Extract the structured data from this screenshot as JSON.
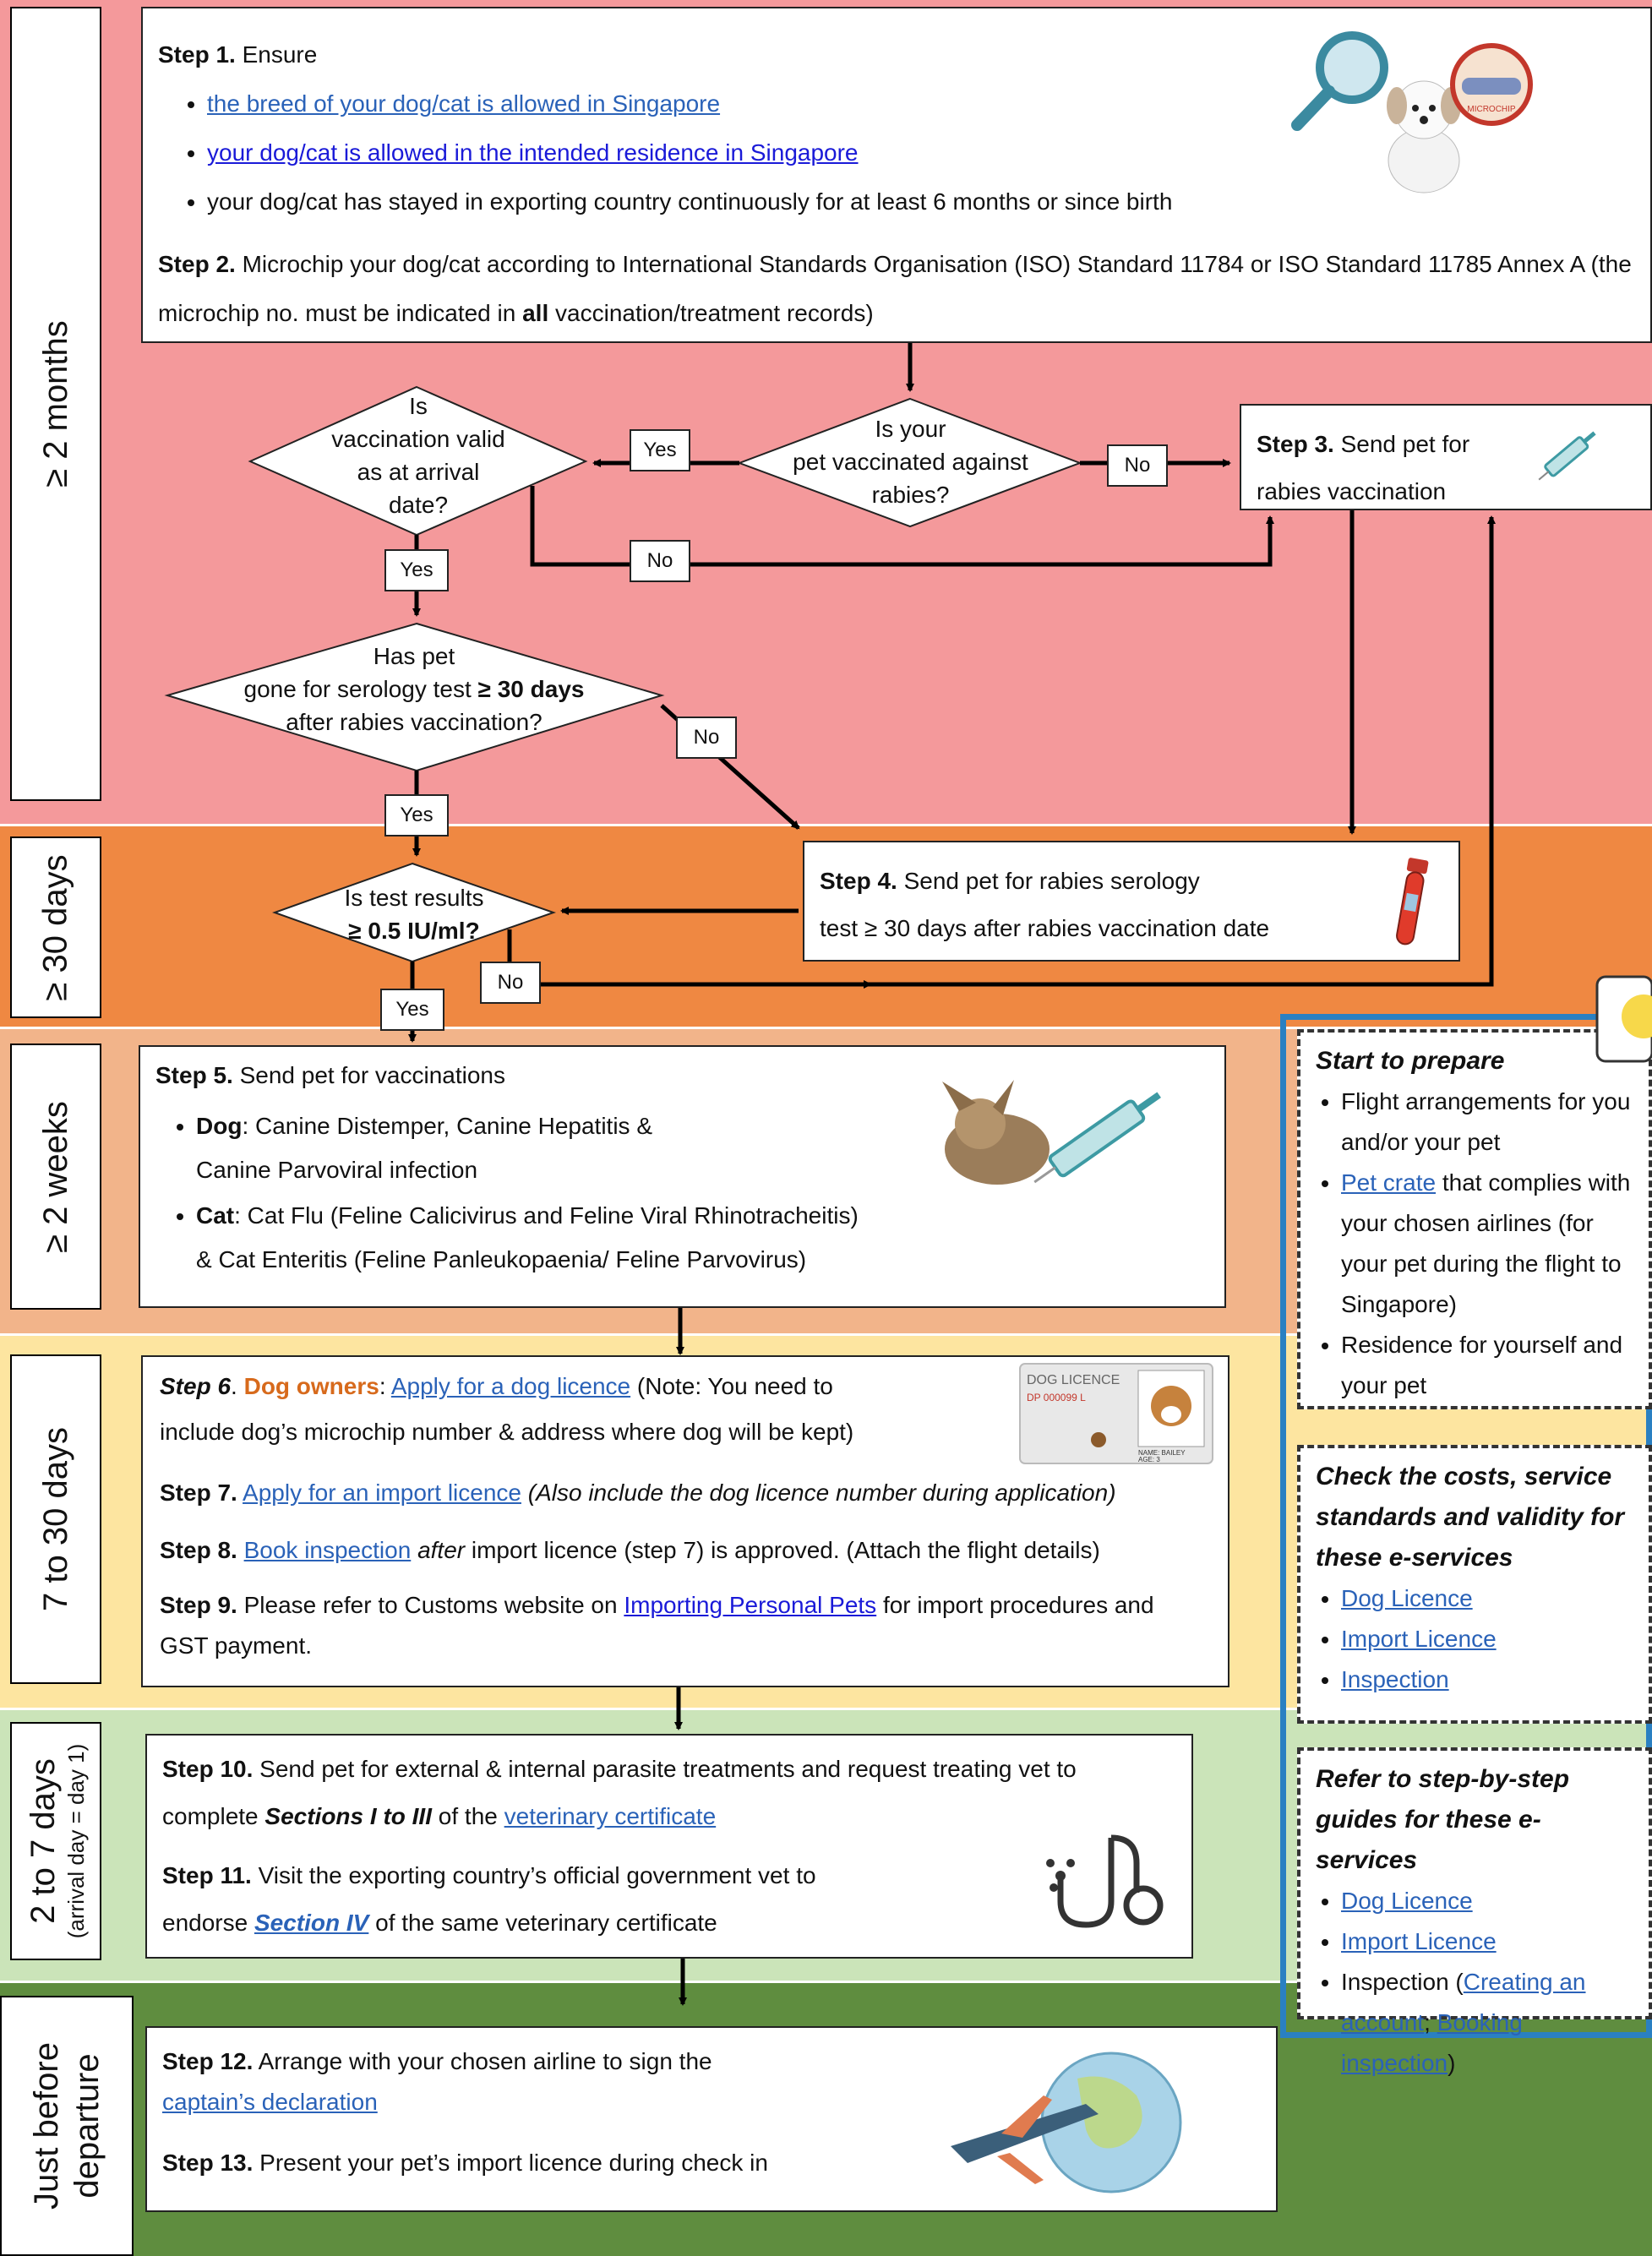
{
  "phases": {
    "p1": "≥ 2 months",
    "p2": "≥ 30 days",
    "p3": "≥ 2 weeks",
    "p4": "7 to 30 days",
    "p5": "2 to 7 days",
    "p5_sub": "(arrival day = day 1)",
    "p6_line1": "Just before",
    "p6_line2": "departure"
  },
  "step1": {
    "label": "Step 1.",
    "text": "Ensure",
    "b1": "the breed of your dog/cat is allowed in Singapore",
    "b2": "your dog/cat is allowed in the intended residence in Singapore",
    "b3": "your dog/cat has stayed in exporting country continuously for at least 6 months or since birth"
  },
  "step2": {
    "label": "Step 2.",
    "t1": "Microchip your dog/cat according to International Standards Organisation (ISO) Standard 11784 or ISO Standard 11785 Annex A (the microchip no. must be indicated in",
    "bold": "all",
    "t2": "vaccination/treatment records)"
  },
  "diamonds": {
    "d1_1": "Is your",
    "d1_2": "pet vaccinated against",
    "d1_3": "rabies?",
    "d2_1": "Is",
    "d2_2": "vaccination valid",
    "d2_3": "as at arrival",
    "d2_4": "date?",
    "d3_1": "Has pet",
    "d3_2a": "gone for serology test",
    "d3_2b": "≥ 30 days",
    "d3_3": "after rabies vaccination?",
    "d4_1": "Is test results",
    "d4_2": "≥ 0.5 IU/ml?"
  },
  "tags": {
    "yes": "Yes",
    "no": "No"
  },
  "step3": {
    "label": "Step 3.",
    "t1": "Send pet for",
    "t2": "rabies vaccination"
  },
  "step4": {
    "label": "Step 4.",
    "t1": "Send pet for rabies serology",
    "t2": "test ≥ 30 days after rabies vaccination date"
  },
  "step5": {
    "label": "Step 5.",
    "text": "Send pet for vaccinations",
    "dog_b": "Dog",
    "dog_1": ": Canine Distemper, Canine Hepatitis &",
    "dog_2": "Canine Parvoviral infection",
    "cat_b": "Cat",
    "cat_1": ": Cat Flu (Feline Calicivirus and Feline Viral Rhinotracheitis)",
    "cat_2": "& Cat Enteritis (Feline Panleukopaenia/ Feline Parvovirus)"
  },
  "step6": {
    "label": "Step 6",
    "dot": ".",
    "owners": "Dog owners",
    "colon": ":",
    "link": "Apply for a dog licence",
    "t1": "(Note: You need to",
    "t2": "include dog’s microchip number & address where dog will be kept)"
  },
  "step7": {
    "label": "Step 7.",
    "link": "Apply for an import licence",
    "note": "(Also include the dog licence number during application)"
  },
  "step8": {
    "label": "Step 8.",
    "link": "Book inspection",
    "after": "after",
    "t": "import licence (step 7) is approved. (Attach the flight details)"
  },
  "step9": {
    "label": "Step 9.",
    "t1": "Please refer to Customs website on",
    "link": "Importing Personal Pets",
    "t2": "for import procedures and",
    "t3": "GST payment."
  },
  "step10": {
    "label": "Step 10.",
    "t1": "Send pet for external & internal parasite treatments and request treating vet to",
    "t2": "complete",
    "bold": "Sections I to III",
    "t3": "of the",
    "link": "veterinary certificate"
  },
  "step11": {
    "label": "Step 11.",
    "t1": "Visit the exporting country’s official government vet to",
    "t2": "endorse",
    "link": "Section IV",
    "t3": "of the same veterinary certificate"
  },
  "step12": {
    "label": "Step 12.",
    "t1": "Arrange with your chosen airline to sign the",
    "link": "captain’s declaration"
  },
  "step13": {
    "label": "Step 13.",
    "t": "Present your pet’s import licence during check in"
  },
  "prepare": {
    "title": "Start to prepare",
    "i1": "Flight arrangements for you and/or your pet",
    "i2_link": "Pet crate",
    "i2": "that complies with your chosen airlines (for your pet during the flight to Singapore)",
    "i3": "Residence for yourself and your pet"
  },
  "costs": {
    "title": "Check the costs, service standards and validity for these e-services",
    "l1": "Dog Licence",
    "l2": "Import Licence",
    "l3": "Inspection"
  },
  "guides": {
    "title": "Refer to step-by-step guides for these e-services",
    "l1": "Dog Licence",
    "l2": "Import Licence",
    "i3": "Inspection (",
    "l3": "Creating an account",
    "sep": ";",
    "l4": "Booking inspection",
    "close": ")"
  },
  "images": {
    "licence_title": "DOG LICENCE",
    "licence_no": "DP 000099 L",
    "licence_name": "NAME: BAILEY",
    "licence_age": "AGE: 3",
    "microchip": "MICROCHIP"
  },
  "colors": {
    "band1": "#f4999b",
    "band2": "#ef8842",
    "band3": "#f2b48a",
    "band4": "#fde5a0",
    "band5": "#cbe4b9",
    "band6": "#5f8d3f",
    "link": "#2a62b8",
    "accent_blue": "#2a80c2"
  }
}
